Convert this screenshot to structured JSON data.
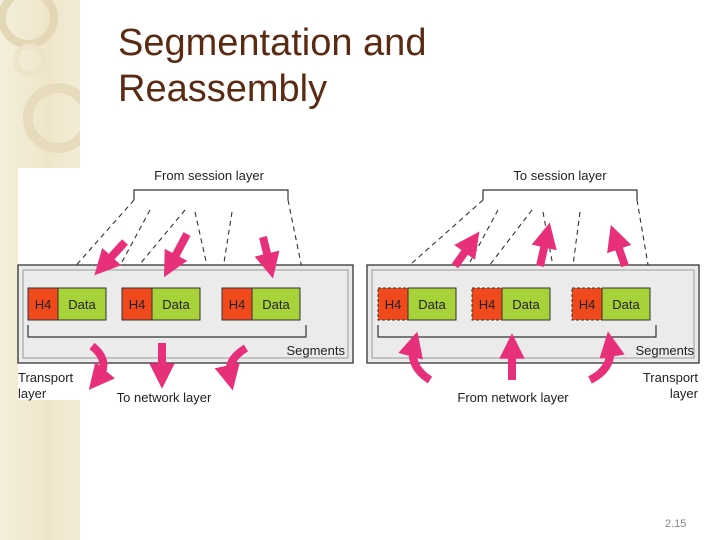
{
  "slide": {
    "title_line1": "Segmentation and",
    "title_line2": "Reassembly",
    "number": "2.15"
  },
  "diagram": {
    "left": {
      "top_label": "From session layer",
      "bottom_label": "To network layer",
      "segments_label": "Segments",
      "side_label_line1": "Transport",
      "side_label_line2": "layer",
      "units": [
        {
          "header": "H4",
          "data": "Data"
        },
        {
          "header": "H4",
          "data": "Data"
        },
        {
          "header": "H4",
          "data": "Data"
        }
      ]
    },
    "right": {
      "top_label": "To session layer",
      "bottom_label": "From network layer",
      "segments_label": "Segments",
      "side_label_line1": "Transport",
      "side_label_line2": "layer",
      "units": [
        {
          "header": "H4",
          "data": "Data"
        },
        {
          "header": "H4",
          "data": "Data"
        },
        {
          "header": "H4",
          "data": "Data"
        }
      ]
    }
  },
  "colors": {
    "header_fill": "#f04a1c",
    "data_fill": "#a8d23a",
    "arrow_fill": "#e8307a",
    "panel_fill": "#ebebeb",
    "title": "#5a2a12"
  }
}
